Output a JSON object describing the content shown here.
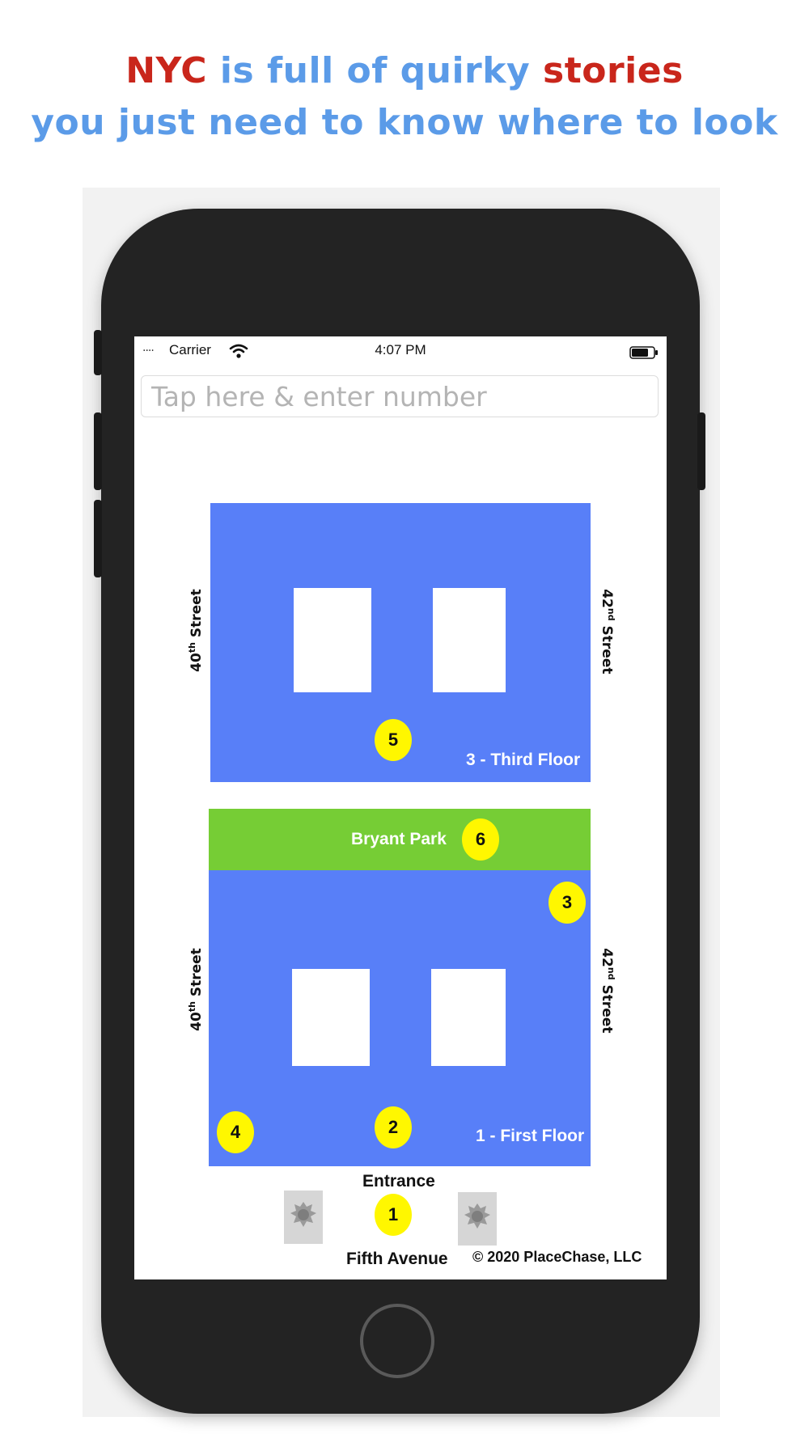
{
  "headline": {
    "line1": [
      {
        "text": "NYC",
        "color": "#c9261b"
      },
      {
        "text": " is full of quirky ",
        "color": "#5b9be8"
      },
      {
        "text": "stories",
        "color": "#c9261b"
      }
    ],
    "line2": "you just need to know where to look"
  },
  "status_bar": {
    "signal": "....",
    "carrier": "Carrier",
    "time": "4:07 PM",
    "icons": [
      "wifi-icon",
      "battery-icon"
    ]
  },
  "search": {
    "placeholder": "Tap here & enter number",
    "value": ""
  },
  "map": {
    "third_floor": {
      "label": "3 - Third Floor",
      "left_street": {
        "num": "40",
        "suffix": "th",
        "name": " Street"
      },
      "right_street": {
        "num": "42",
        "suffix": "nd",
        "name": " Street"
      },
      "markers": [
        "5"
      ]
    },
    "park": {
      "label": "Bryant Park",
      "markers": [
        "6"
      ]
    },
    "first_floor": {
      "label": "1 - First Floor",
      "left_street": {
        "num": "40",
        "suffix": "th",
        "name": " Street"
      },
      "right_street": {
        "num": "42",
        "suffix": "nd",
        "name": " Street"
      },
      "markers": [
        "3",
        "4",
        "2"
      ]
    },
    "entrance_label": "Entrance",
    "entrance_marker": "1",
    "avenue_label": "Fifth Avenue",
    "copyright": "© 2020 PlaceChase, LLC"
  },
  "colors": {
    "floor_blue": "#587ff8",
    "park_green": "#76cd35",
    "marker_yellow": "#fff700",
    "headline_blue": "#5b9be8",
    "headline_red": "#c9261b"
  }
}
